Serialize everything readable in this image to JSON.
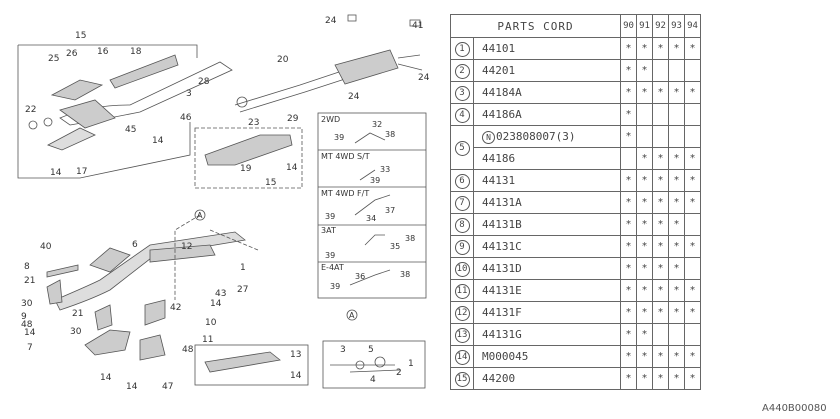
{
  "table": {
    "header": "PARTS CORD",
    "years": [
      "90",
      "91",
      "92",
      "93",
      "94"
    ],
    "mark": "*",
    "rows": [
      {
        "no": "1",
        "code": "44101",
        "y": [
          1,
          1,
          1,
          1,
          1
        ]
      },
      {
        "no": "2",
        "code": "44201",
        "y": [
          1,
          1,
          0,
          0,
          0
        ]
      },
      {
        "no": "3",
        "code": "44184A",
        "y": [
          1,
          1,
          1,
          1,
          1
        ]
      },
      {
        "no": "4",
        "code": "44186A",
        "y": [
          1,
          0,
          0,
          0,
          0
        ]
      },
      {
        "no": "5",
        "prefix": "N",
        "code": "023808007(3)",
        "y": [
          1,
          0,
          0,
          0,
          0
        ]
      },
      {
        "no": "",
        "code": "44186",
        "y": [
          0,
          1,
          1,
          1,
          1
        ]
      },
      {
        "no": "6",
        "code": "44131",
        "y": [
          1,
          1,
          1,
          1,
          1
        ]
      },
      {
        "no": "7",
        "code": "44131A",
        "y": [
          1,
          1,
          1,
          1,
          1
        ]
      },
      {
        "no": "8",
        "code": "44131B",
        "y": [
          1,
          1,
          1,
          1,
          0
        ]
      },
      {
        "no": "9",
        "code": "44131C",
        "y": [
          1,
          1,
          1,
          1,
          1
        ]
      },
      {
        "no": "10",
        "code": "44131D",
        "y": [
          1,
          1,
          1,
          1,
          0
        ]
      },
      {
        "no": "11",
        "code": "44131E",
        "y": [
          1,
          1,
          1,
          1,
          1
        ]
      },
      {
        "no": "12",
        "code": "44131F",
        "y": [
          1,
          1,
          1,
          1,
          1
        ]
      },
      {
        "no": "13",
        "code": "44131G",
        "y": [
          1,
          1,
          0,
          0,
          0
        ]
      },
      {
        "no": "14",
        "code": "M000045",
        "y": [
          1,
          1,
          1,
          1,
          1
        ]
      },
      {
        "no": "15",
        "code": "44200",
        "y": [
          1,
          1,
          1,
          1,
          1
        ]
      }
    ]
  },
  "diagram": {
    "callouts": [
      "15",
      "16",
      "18",
      "25",
      "26",
      "22",
      "28",
      "3",
      "45",
      "46",
      "14",
      "14",
      "17",
      "20",
      "23",
      "29",
      "24",
      "41",
      "24",
      "24",
      "19",
      "15",
      "14",
      "A",
      "40",
      "6",
      "12",
      "8",
      "21",
      "1",
      "27",
      "43",
      "42",
      "14",
      "30",
      "9",
      "48",
      "14",
      "21",
      "10",
      "30",
      "7",
      "11",
      "48",
      "13",
      "14",
      "14",
      "14",
      "47",
      "A",
      "3",
      "5",
      "1",
      "2",
      "4"
    ],
    "sub_boxes": [
      {
        "label": "2WD",
        "parts": [
          "39",
          "32",
          "38"
        ]
      },
      {
        "label": "MT 4WD S/T",
        "parts": [
          "33",
          "39"
        ]
      },
      {
        "label": "MT 4WD F/T",
        "parts": [
          "39",
          "34",
          "37"
        ]
      },
      {
        "label": "3AT",
        "parts": [
          "38",
          "35",
          "39"
        ]
      },
      {
        "label": "E-4AT",
        "parts": [
          "36",
          "38",
          "39"
        ]
      }
    ]
  },
  "figure_code": "A440B00080"
}
